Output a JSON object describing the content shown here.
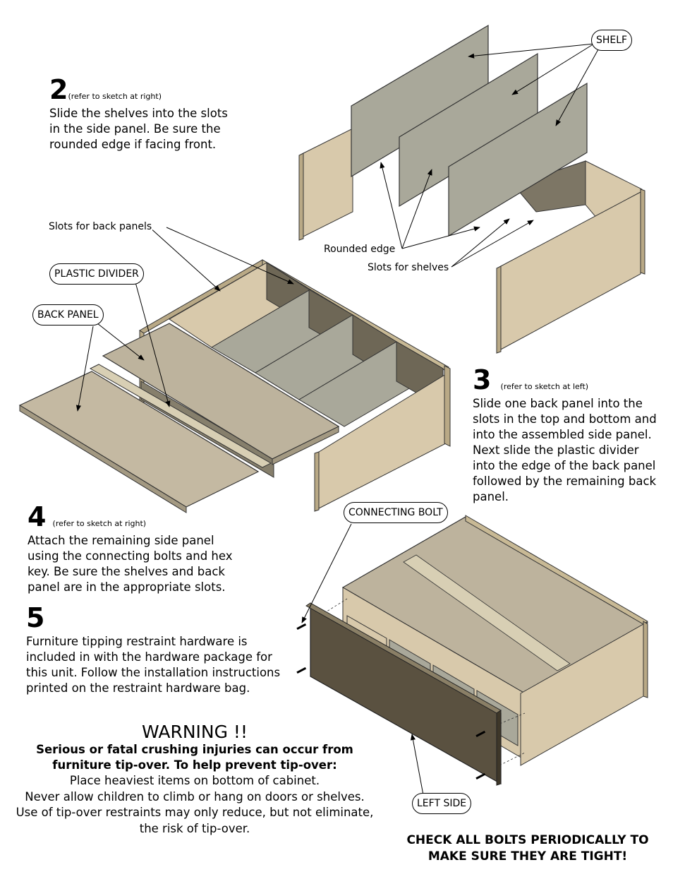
{
  "step2": {
    "number": "2",
    "ref": "(refer to sketch at right)",
    "lines": [
      "Slide the shelves into the slots",
      "in the side panel.  Be sure the",
      "rounded edge if facing front."
    ]
  },
  "step3": {
    "number": "3",
    "ref": "(refer to sketch at left)",
    "lines": [
      "Slide one back panel into the",
      "slots in the top and bottom and",
      "into the assembled side panel.",
      "Next slide the plastic divider",
      "into the edge of the back panel",
      "followed by the remaining back",
      "panel."
    ]
  },
  "step4": {
    "number": "4",
    "ref": "(refer to sketch at right)",
    "lines": [
      "Attach the remaining side panel",
      "using the connecting bolts and hex",
      "key.  Be sure the shelves and back",
      "panel are in the appropriate slots."
    ]
  },
  "step5": {
    "number": "5",
    "lines": [
      "Furniture tipping restraint hardware is",
      "included in with the hardware package for",
      "this unit.  Follow the installation instructions",
      "printed on the restraint hardware bag."
    ]
  },
  "labels": {
    "shelf": "SHELF",
    "rounded_edge": "Rounded edge",
    "slots_for_shelves": "Slots for shelves",
    "slots_for_back_panels": "Slots for back panels",
    "plastic_divider": "PLASTIC DIVIDER",
    "back_panel": "BACK PANEL",
    "connecting_bolt": "CONNECTING BOLT",
    "left_side": "LEFT SIDE"
  },
  "warning": {
    "title": "WARNING !!",
    "bold_lines": [
      "Serious or fatal crushing injuries can occur from",
      "furniture tip-over.  To help prevent tip-over:"
    ],
    "lines": [
      "Place heaviest items on bottom of cabinet.",
      "Never allow children to climb or hang on doors or shelves.",
      "Use of tip-over restraints may only reduce, but not eliminate,",
      "the risk of tip-over."
    ]
  },
  "check": [
    "CHECK ALL BOLTS PERIODICALLY TO",
    "MAKE SURE THEY ARE TIGHT!"
  ],
  "colors": {
    "side_panel": "#d8c9ab",
    "shelf": "#a9a89a",
    "back_panel": "#bdb39d",
    "dark_panel": "#5a5140",
    "interior": "#867f6c"
  }
}
